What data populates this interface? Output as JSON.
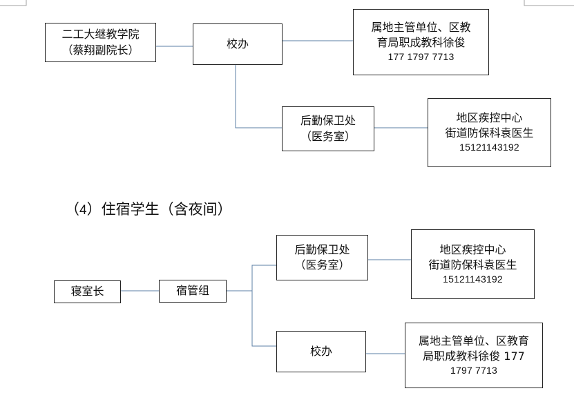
{
  "top_chart": {
    "academy": {
      "line1": "二工大继教学院",
      "line2": "（蔡翔副院长）"
    },
    "office": {
      "label": "校办"
    },
    "district": {
      "line1": "属地主管单位、区教",
      "line2": "育局职成教科徐俊",
      "phone": "177 1797 7713"
    },
    "logistics": {
      "line1": "后勤保卫处",
      "line2": "（医务室）"
    },
    "cdc": {
      "line1": "地区疾控中心",
      "line2": "街道防保科袁医生",
      "phone": "15121143192"
    }
  },
  "section_heading": {
    "prefix": "（",
    "number": "4",
    "text": "）住宿学生（含夜间）"
  },
  "bottom_chart": {
    "dorm_head": {
      "label": "寝室长"
    },
    "dorm_mgmt": {
      "label": "宿管组"
    },
    "logistics": {
      "line1": "后勤保卫处",
      "line2": "（医务室）"
    },
    "cdc": {
      "line1": "地区疾控中心",
      "line2": "街道防保科袁医生",
      "phone": "15121143192"
    },
    "office": {
      "label": "校办"
    },
    "district": {
      "line1": "属地主管单位、区教育",
      "line2": "局职成教科徐俊 177",
      "phone": "1797 7713"
    }
  },
  "colors": {
    "connector": "#5b7fa6",
    "border": "#222222",
    "corner_mark": "#a0a0a0"
  }
}
